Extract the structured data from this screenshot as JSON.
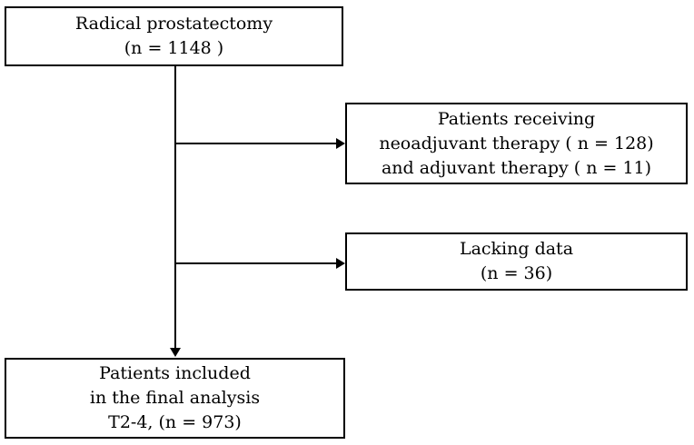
{
  "colors": {
    "background": "#ffffff",
    "stroke": "#000000",
    "text": "#000000"
  },
  "flowchart": {
    "boxes": {
      "radical_prostatectomy": {
        "line1": "Radical prostatectomy",
        "line2": "(n = 1148 )"
      },
      "therapy_exclusion": {
        "line1": "Patients receiving",
        "line2": "neoadjuvant therapy ( n = 128)",
        "line3": "and adjuvant therapy ( n = 11)"
      },
      "lacking_data_exclusion": {
        "line1": "Lacking data",
        "line2": "(n = 36)"
      },
      "final_analysis": {
        "line1": "Patients included",
        "line2": "in the final analysis",
        "line3": "T2-4, (n = 973)"
      }
    }
  }
}
